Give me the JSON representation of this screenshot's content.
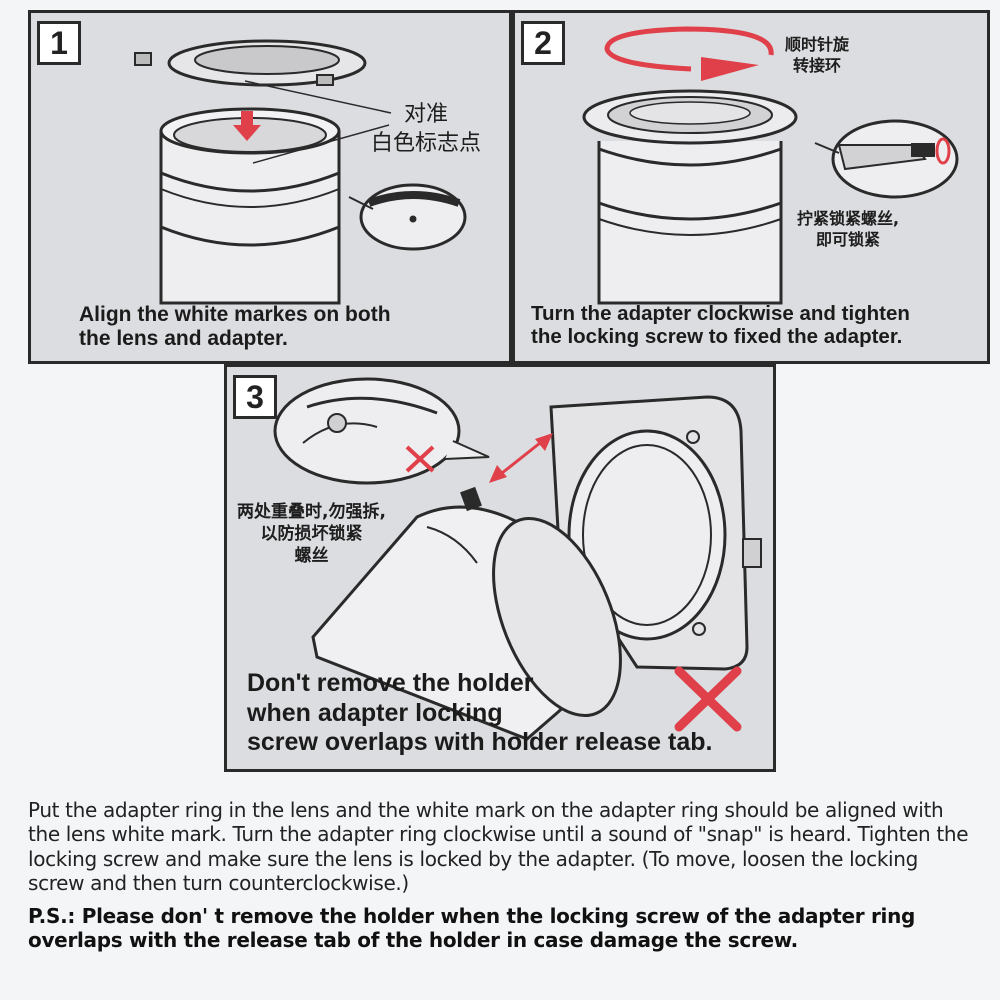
{
  "steps": [
    {
      "number": "1",
      "caption": "Align the white markes on both\nthe lens and adapter.",
      "cn_label": "对准\n白色标志点"
    },
    {
      "number": "2",
      "caption": "Turn the adapter clockwise and tighten\nthe locking screw to fixed the adapter.",
      "cn_label_rotate": "顺时针旋\n转接环",
      "cn_label_tighten": "拧紧锁紧螺丝,\n即可锁紧"
    },
    {
      "number": "3",
      "caption": "Don't remove the holder\nwhen adapter locking\nscrew overlaps with holder release tab.",
      "cn_label": "两处重叠时,勿强拆,\n以防损坏锁紧\n螺丝"
    }
  ],
  "instructions": "Put the adapter ring in the lens and the white mark on the adapter ring should be aligned with the lens white mark. Turn the adapter ring clockwise until a sound of \"snap\" is heard. Tighten the locking screw and make sure the lens is locked by the adapter. (To move, loosen the locking screw and then turn counterclockwise.)",
  "ps_note": "P.S.: Please don' t remove the holder when the locking screw of the adapter ring overlaps with the release tab of the holder in case damage the screw.",
  "colors": {
    "accent_red": "#e0404a",
    "panel_bg": "#dcdde0",
    "line": "#2a2a2a"
  },
  "icons": [
    "down-arrow-icon",
    "rotate-clockwise-icon",
    "cross-mark-icon",
    "double-arrow-icon"
  ]
}
